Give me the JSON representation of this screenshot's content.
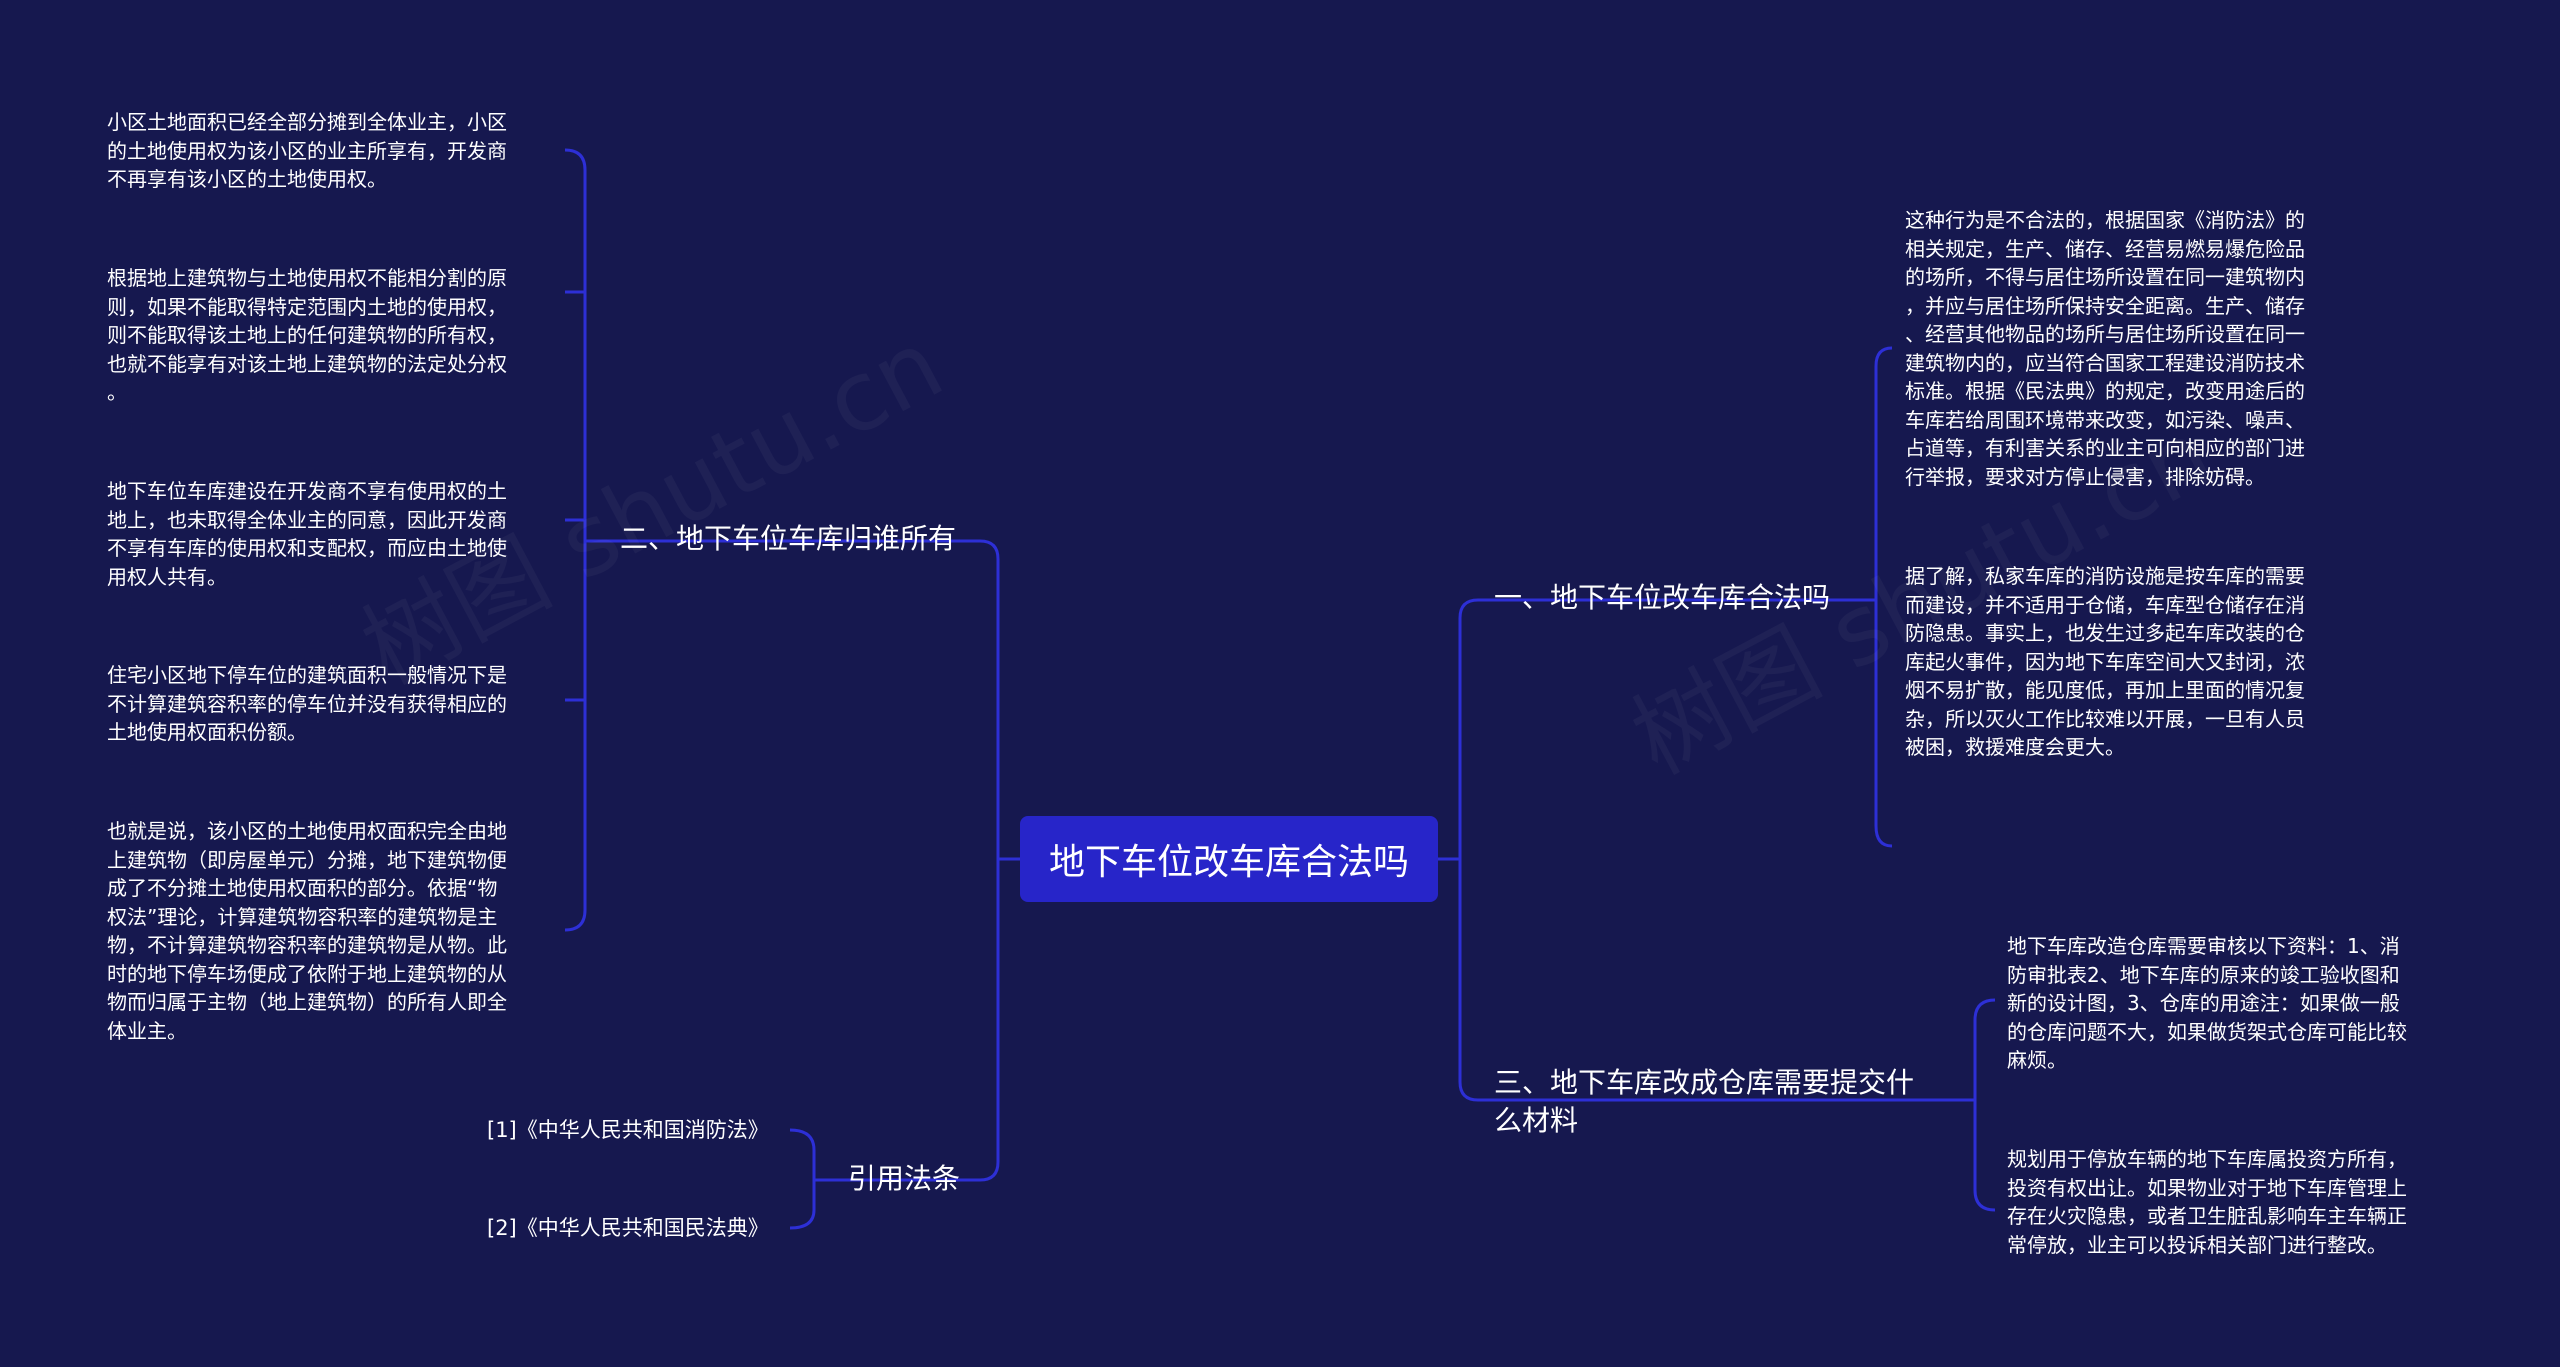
{
  "root": {
    "label": "地下车位改车库合法吗"
  },
  "branches": {
    "b1": {
      "label": "一、地下车位改车库合法吗",
      "leaves": [
        "这种行为是不合法的，根据国家《消防法》的\n相关规定，生产、储存、经营易燃易爆危险品\n的场所，不得与居住场所设置在同一建筑物内\n，并应与居住场所保持安全距离。生产、储存\n、经营其他物品的场所与居住场所设置在同一\n建筑物内的，应当符合国家工程建设消防技术\n标准。根据《民法典》的规定，改变用途后的\n车库若给周围环境带来改变，如污染、噪声、\n占道等，有利害关系的业主可向相应的部门进\n行举报，要求对方停止侵害，排除妨碍。",
        "据了解，私家车库的消防设施是按车库的需要\n而建设，并不适用于仓储，车库型仓储存在消\n防隐患。事实上，也发生过多起车库改装的仓\n库起火事件，因为地下车库空间大又封闭，浓\n烟不易扩散，能见度低，再加上里面的情况复\n杂，所以灭火工作比较难以开展，一旦有人员\n被困，救援难度会更大。"
      ]
    },
    "b2": {
      "label": "二、地下车位车库归谁所有",
      "leaves": [
        "小区土地面积已经全部分摊到全体业主，小区\n的土地使用权为该小区的业主所享有，开发商\n不再享有该小区的土地使用权。",
        "根据地上建筑物与土地使用权不能相分割的原\n则，如果不能取得特定范围内土地的使用权，\n则不能取得该土地上的任何建筑物的所有权，\n也就不能享有对该土地上建筑物的法定处分权\n。",
        "地下车位车库建设在开发商不享有使用权的土\n地上，也未取得全体业主的同意，因此开发商\n不享有车库的使用权和支配权，而应由土地使\n用权人共有。",
        "住宅小区地下停车位的建筑面积一般情况下是\n不计算建筑容积率的停车位并没有获得相应的\n土地使用权面积份额。",
        "也就是说，该小区的土地使用权面积完全由地\n上建筑物（即房屋单元）分摊，地下建筑物便\n成了不分摊土地使用权面积的部分。依据“物\n权法”理论，计算建筑物容积率的建筑物是主\n物，不计算建筑物容积率的建筑物是从物。此\n时的地下停车场便成了依附于地上建筑物的从\n物而归属于主物（地上建筑物）的所有人即全\n体业主。"
      ]
    },
    "b3": {
      "label": "三、地下车库改成仓库需要提交什\n么材料",
      "leaves": [
        "地下车库改造仓库需要审核以下资料：1、消\n防审批表2、地下车库的原来的竣工验收图和\n新的设计图，3、仓库的用途注：如果做一般\n的仓库问题不大，如果做货架式仓库可能比较\n麻烦。",
        "规划用于停放车辆的地下车库属投资方所有，\n投资有权出让。如果物业对于地下车库管理上\n存在火灾隐患，或者卫生脏乱影响车主车辆正\n常停放，业主可以投诉相关部门进行整改。"
      ]
    },
    "b4": {
      "label": "引用法条",
      "refs": [
        "[1]《中华人民共和国消防法》",
        "[2]《中华人民共和国民法典》"
      ]
    }
  },
  "colors": {
    "background": "#16184f",
    "root": "#2725c9",
    "line": "#2d2fd6"
  }
}
